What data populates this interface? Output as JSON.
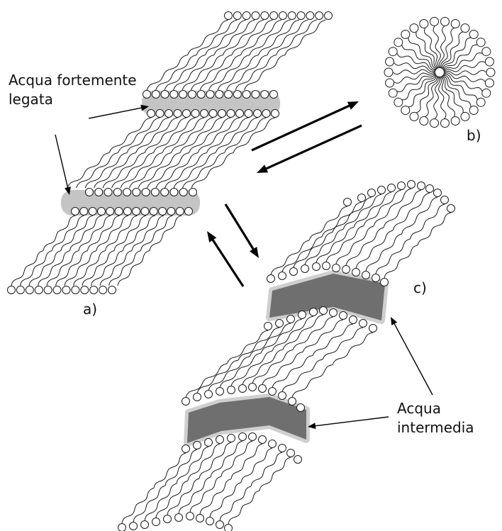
{
  "labels": {
    "bound_water_line1": "Acqua fortemente",
    "bound_water_line2": "legata",
    "intermediate_water_line1": "Acqua",
    "intermediate_water_line2": "intermedia",
    "panel_a": "a)",
    "panel_b": "b)",
    "panel_c": "c)"
  },
  "colors": {
    "outline": "#1a1a1a",
    "head_fill": "#ffffff",
    "bound_water": "#c4c4c4",
    "intermediate_water": "#6f6f6f",
    "intermediate_water_rim": "#cfcfcf"
  }
}
